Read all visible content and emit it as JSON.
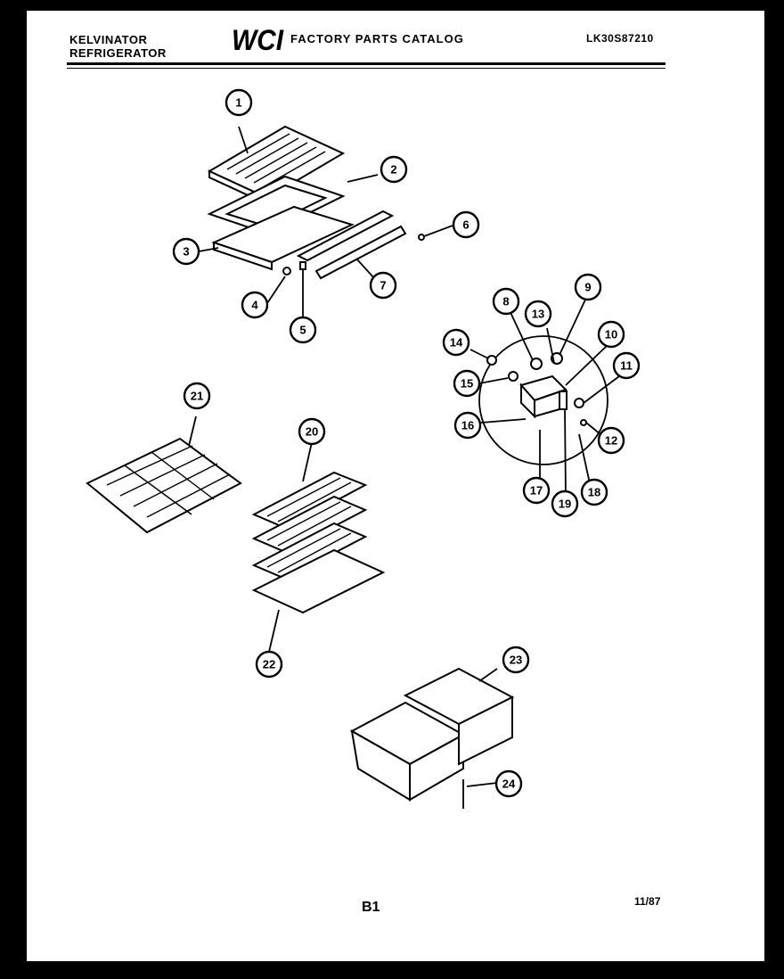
{
  "header": {
    "brand_line1": "KELVINATOR",
    "brand_line2": "REFRIGERATOR",
    "logo_text": "WCI",
    "catalog_title": "FACTORY PARTS CATALOG",
    "model_number": "LK30S87210"
  },
  "footer": {
    "page_number": "B1",
    "date": "11/87"
  },
  "callouts": [
    "1",
    "2",
    "3",
    "4",
    "5",
    "6",
    "7",
    "8",
    "9",
    "10",
    "11",
    "12",
    "13",
    "14",
    "15",
    "16",
    "17",
    "18",
    "19",
    "20",
    "21",
    "22",
    "23",
    "24"
  ]
}
